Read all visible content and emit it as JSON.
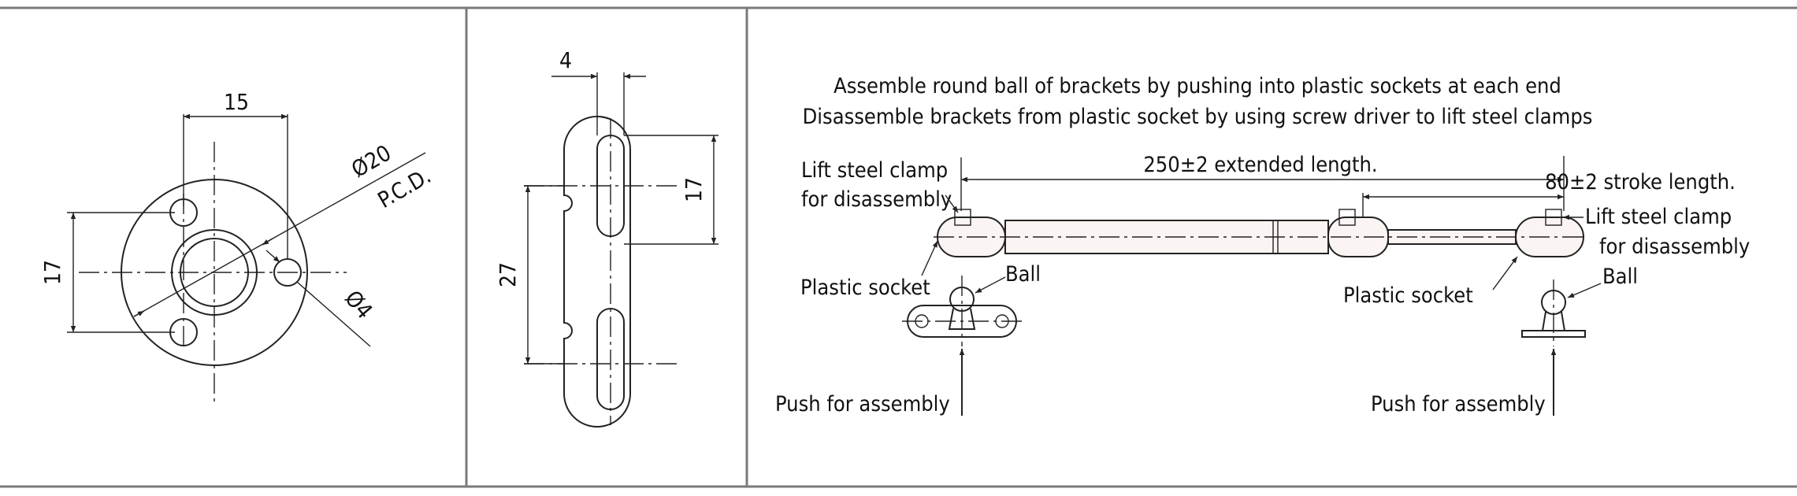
{
  "flange_view": {
    "dim_spacing": "15",
    "dim_height": "17",
    "dim_pcd_diameter": "Ø20",
    "dim_pcd_label": "P.C.D.",
    "dim_hole": "Ø4"
  },
  "slot_view": {
    "dim_slot_width": "4",
    "dim_slot_length": "17",
    "dim_slot_pitch": "27"
  },
  "assembly_view": {
    "note_assemble": "Assemble round ball of brackets by pushing into plastic sockets at each end",
    "note_disassemble": "Disassemble brackets from plastic socket by using screw driver to lift steel clamps",
    "dim_extended": "250±2 extended length.",
    "dim_stroke": "80±2 stroke length.",
    "left_clamp_line1": "Lift steel clamp",
    "left_clamp_line2": "for disassembly",
    "right_clamp_line1": "Lift steel clamp",
    "right_clamp_line2": "for disassembly",
    "left_socket": "Plastic socket",
    "right_socket": "Plastic socket",
    "left_ball": "Ball",
    "right_ball": "Ball",
    "left_push": "Push for assembly",
    "right_push": "Push for assembly"
  }
}
